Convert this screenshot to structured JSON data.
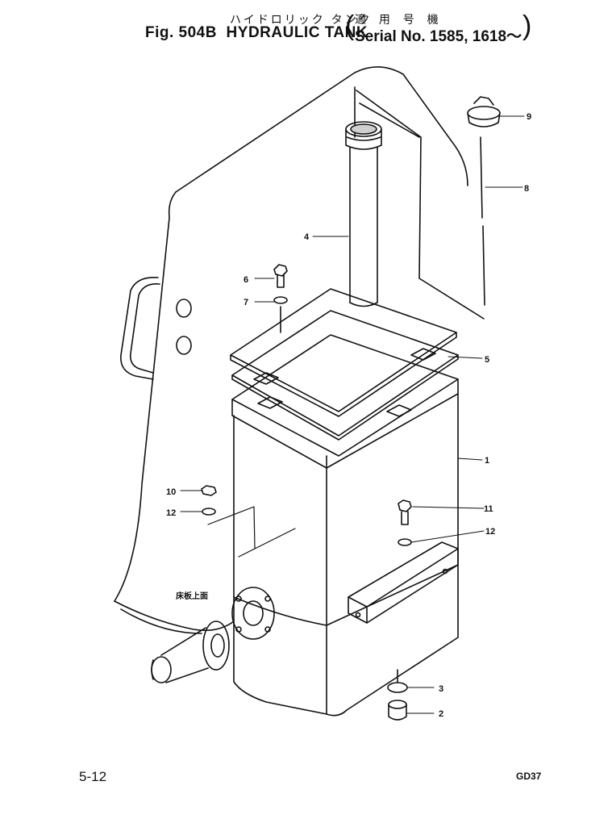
{
  "header": {
    "japanese_title": "ハイドロリック タンク",
    "figure": "Fig. 504B",
    "title": "HYDRAULIC TANK",
    "japanese_applicability": "適 用 号 機",
    "serial": "Serial No. 1585, 1618～"
  },
  "floor_label": "床板上面",
  "part_labels": [
    {
      "id": "1",
      "text": "1"
    },
    {
      "id": "2",
      "text": "2"
    },
    {
      "id": "3",
      "text": "3"
    },
    {
      "id": "4",
      "text": "4"
    },
    {
      "id": "5",
      "text": "5"
    },
    {
      "id": "6",
      "text": "6"
    },
    {
      "id": "7",
      "text": "7"
    },
    {
      "id": "8",
      "text": "8"
    },
    {
      "id": "9",
      "text": "9"
    },
    {
      "id": "10",
      "text": "10"
    },
    {
      "id": "11",
      "text": "11"
    },
    {
      "id": "12a",
      "text": "12"
    },
    {
      "id": "12b",
      "text": "12"
    }
  ],
  "footer": {
    "page": "5-12",
    "code": "GD37"
  }
}
